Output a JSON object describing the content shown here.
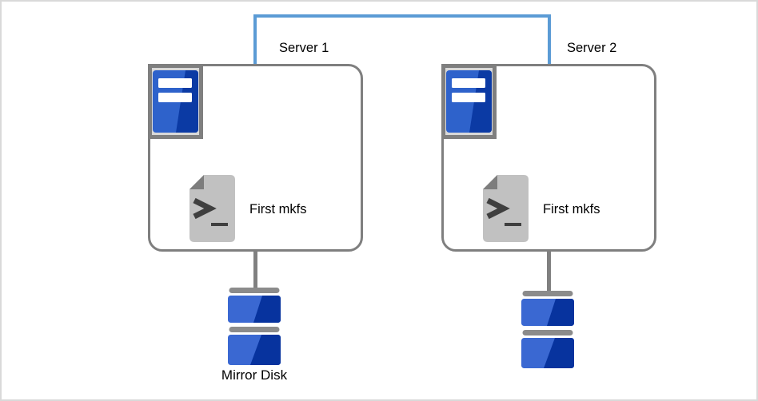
{
  "diagram": {
    "servers": [
      {
        "name": "Server 1",
        "script_label": "First mkfs"
      },
      {
        "name": "Server 2",
        "script_label": "First mkfs"
      }
    ],
    "mirror_disk_label": "Mirror Disk",
    "icons": {
      "server": "server-tower-icon",
      "script": "terminal-script-icon",
      "disk": "mirror-disk-icon"
    },
    "colors": {
      "interconnect_line": "#5b9bd5",
      "box_border": "#7f7f7f",
      "icon_plate_fill": "#d9d9d9",
      "server_icon_light_blue": "#2e62cb",
      "server_icon_dark_blue": "#0b3aa4",
      "disk_light_blue": "#3a68d2",
      "disk_dark_blue": "#07339e",
      "disk_gray_bar": "#8b8b8b",
      "terminal_body_gray": "#c1c1c1",
      "terminal_fold_gray": "#7d7d7d",
      "terminal_glyph": "#3f3f3f"
    }
  }
}
